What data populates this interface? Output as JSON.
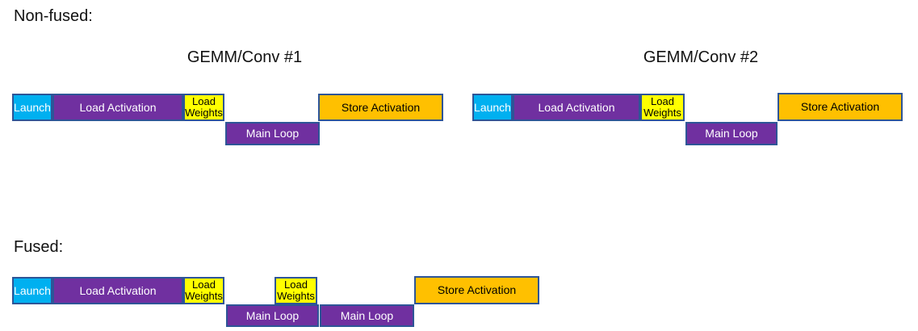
{
  "colors": {
    "launch_fill": "#00B0F0",
    "purple_fill": "#7030A0",
    "weights_fill": "#FFFF00",
    "store_fill": "#FFC000",
    "block_border": "#2E5597"
  },
  "non_fused": {
    "section_label": "Non-fused:",
    "group1": {
      "title": "GEMM/Conv #1",
      "launch": "Launch",
      "load_activation": "Load Activation",
      "load_weights": "Load Weights",
      "main_loop": "Main Loop",
      "store_activation": "Store Activation"
    },
    "group2": {
      "title": "GEMM/Conv #2",
      "launch": "Launch",
      "load_activation": "Load Activation",
      "load_weights": "Load Weights",
      "main_loop": "Main Loop",
      "store_activation": "Store Activation"
    }
  },
  "fused": {
    "section_label": "Fused:",
    "launch": "Launch",
    "load_activation": "Load Activation",
    "load_weights_1": "Load Weights",
    "load_weights_2": "Load Weights",
    "main_loop_1": "Main Loop",
    "main_loop_2": "Main Loop",
    "store_activation": "Store Activation"
  }
}
